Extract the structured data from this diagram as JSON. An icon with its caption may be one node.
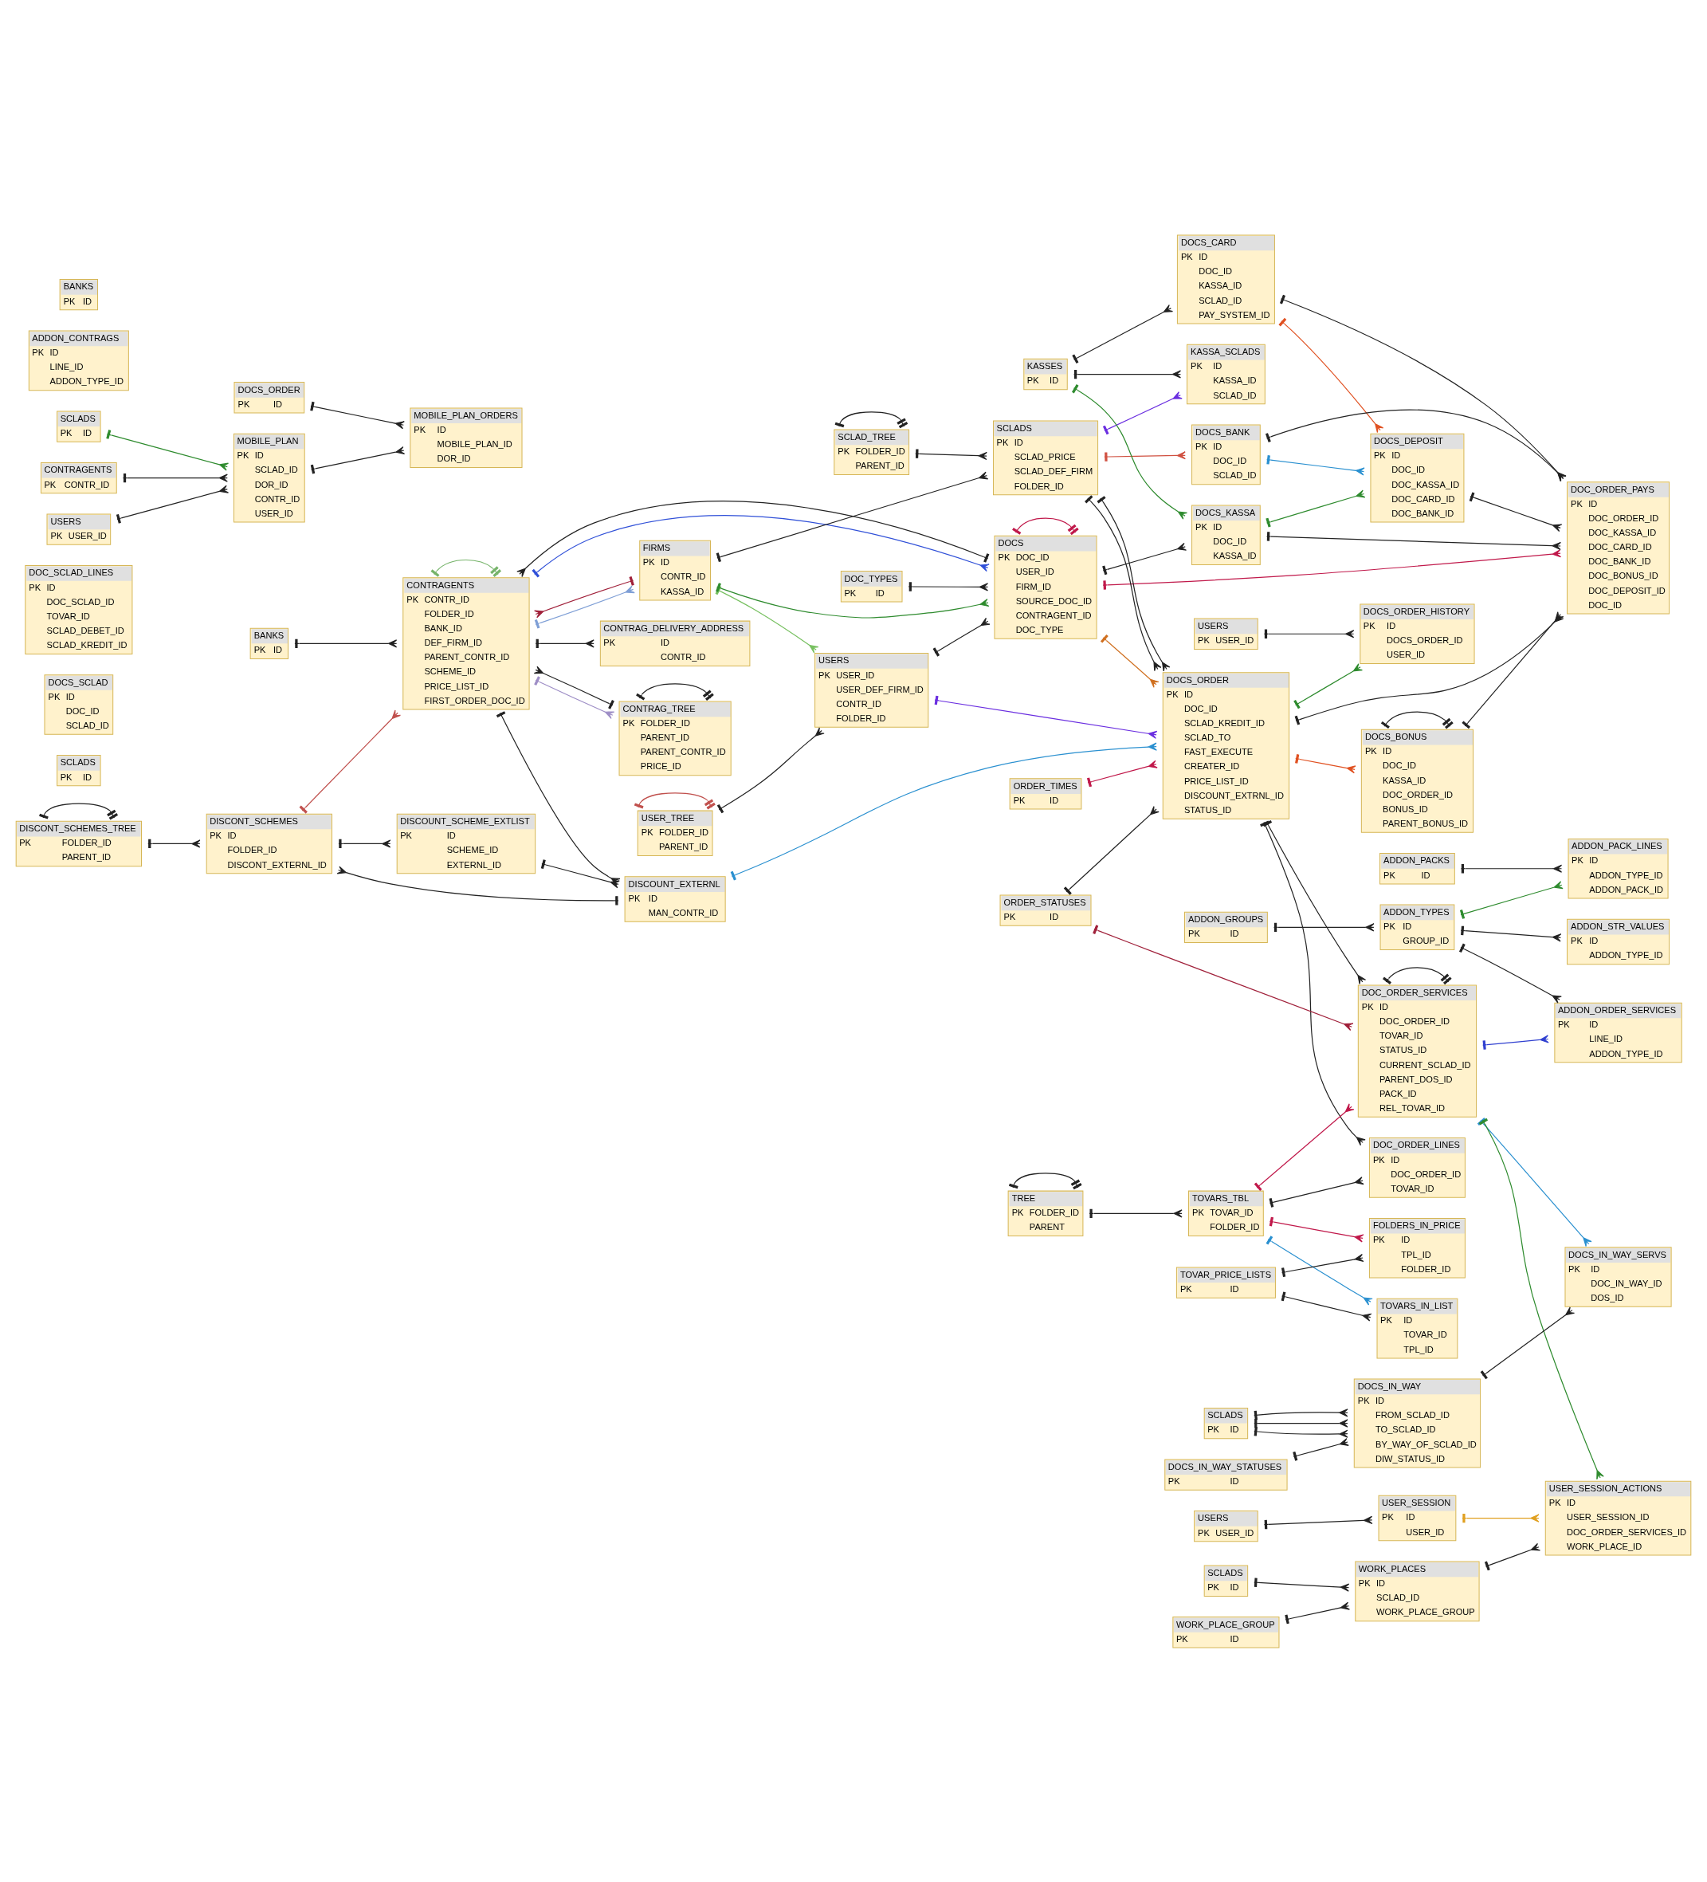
{
  "diagram": {
    "nodes": [
      {
        "text": [
          "DISCONT_SCHEMES_TREE",
          "PK",
          "FOLDER_ID",
          "PARENT_ID"
        ]
      },
      {
        "text": [
          "DISCOUNT_SCHEME_EXTLIST",
          "PK",
          "ID",
          "SCHEME_ID",
          "EXTERNL_ID"
        ]
      },
      {
        "text": [
          "DISCONT_SCHEMES",
          "PK",
          "ID",
          "FOLDER_ID",
          "DISCONT_EXTERNL_ID"
        ]
      },
      {
        "text": [
          "DISCOUNT_EXTERNL",
          "PK",
          "ID",
          "MAN_CONTR_ID"
        ]
      },
      {
        "text": [
          "CONTRAG_DELIVERY_ADDRESS",
          "PK",
          "ID",
          "CONTR_ID"
        ]
      },
      {
        "text": [
          "CONTRAGENTS",
          "PK",
          "CONTR_ID",
          "FOLDER_ID",
          "BANK_ID",
          "DEF_FIRM_ID",
          "PARENT_CONTR_ID",
          "SCHEME_ID",
          "PRICE_LIST_ID",
          "FIRST_ORDER_DOC_ID"
        ]
      },
      {
        "text": [
          "CONTRAG_TREE",
          "PK",
          "FOLDER_ID",
          "PARENT_ID",
          "PARENT_CONTR_ID",
          "PRICE_ID"
        ]
      },
      {
        "text": [
          "BANKS",
          "PK",
          "ID"
        ]
      },
      {
        "text": [
          "USER_TREE",
          "PK",
          "FOLDER_ID",
          "PARENT_ID"
        ]
      },
      {
        "text": [
          "FIRMS",
          "PK",
          "ID",
          "CONTR_ID",
          "KASSA_ID"
        ]
      },
      {
        "text": [
          "USERS",
          "PK",
          "USER_ID",
          "USER_DEF_FIRM_ID",
          "CONTR_ID",
          "FOLDER_ID"
        ]
      },
      {
        "text": [
          "SCLADS",
          "PK",
          "ID"
        ]
      },
      {
        "text": [
          "DOCS_SCLAD",
          "PK",
          "ID",
          "DOC_ID",
          "SCLAD_ID"
        ]
      },
      {
        "text": [
          "DOC_SCLAD_LINES",
          "PK",
          "ID",
          "DOC_SCLAD_ID",
          "TOVAR_ID",
          "SCLAD_DEBET_ID",
          "SCLAD_KREDIT_ID"
        ]
      },
      {
        "text": [
          "DOC_ORDER_PAYS",
          "PK",
          "ID",
          "DOC_ORDER_ID",
          "DOC_KASSA_ID",
          "DOC_CARD_ID",
          "DOC_BANK_ID",
          "DOC_BONUS_ID",
          "DOC_DEPOSIT_ID",
          "DOC_ID"
        ]
      },
      {
        "text": [
          "DOCS",
          "PK",
          "DOC_ID",
          "USER_ID",
          "FIRM_ID",
          "SOURCE_DOC_ID",
          "CONTRAGENT_ID",
          "DOC_TYPE"
        ]
      },
      {
        "text": [
          "DOC_TYPES",
          "PK",
          "ID"
        ]
      },
      {
        "text": [
          "ORDER_TIMES",
          "PK",
          "ID"
        ]
      },
      {
        "text": [
          "DOCS_ORDER",
          "PK",
          "ID",
          "DOC_ID",
          "SCLAD_KREDIT_ID",
          "SCLAD_TO",
          "FAST_EXECUTE",
          "CREATER_ID",
          "PRICE_LIST_ID",
          "DISCOUNT_EXTRNL_ID",
          "STATUS_ID"
        ]
      },
      {
        "text": [
          "DOCS_KASSA",
          "PK",
          "ID",
          "DOC_ID",
          "KASSA_ID"
        ]
      },
      {
        "text": [
          "DOCS_ORDER",
          "PK",
          "ID"
        ]
      },
      {
        "text": [
          "MOBILE_PLAN_ORDERS",
          "PK",
          "ID",
          "MOBILE_PLAN_ID",
          "DOR_ID"
        ]
      },
      {
        "text": [
          "SCLADS",
          "PK",
          "ID"
        ]
      },
      {
        "text": [
          "MOBILE_PLAN",
          "PK",
          "ID",
          "SCLAD_ID",
          "DOR_ID",
          "CONTR_ID",
          "USER_ID"
        ]
      },
      {
        "text": [
          "CONTRAGENTS",
          "PK",
          "CONTR_ID"
        ]
      },
      {
        "text": [
          "USERS",
          "PK",
          "USER_ID"
        ]
      },
      {
        "text": [
          "DOCS_CARD",
          "PK",
          "ID",
          "DOC_ID",
          "KASSA_ID",
          "SCLAD_ID",
          "PAY_SYSTEM_ID"
        ]
      },
      {
        "text": [
          "SCLADS",
          "PK",
          "ID",
          "SCLAD_PRICE",
          "SCLAD_DEF_FIRM",
          "FOLDER_ID"
        ]
      },
      {
        "text": [
          "DOCS_ORDER_HISTORY",
          "PK",
          "ID",
          "DOCS_ORDER_ID",
          "USER_ID"
        ]
      },
      {
        "text": [
          "USERS",
          "PK",
          "USER_ID"
        ]
      },
      {
        "text": [
          "ORDER_STATUSES",
          "PK",
          "ID"
        ]
      },
      {
        "text": [
          "DOCS_BANK",
          "PK",
          "ID",
          "DOC_ID",
          "SCLAD_ID"
        ]
      },
      {
        "text": [
          "SCLAD_TREE",
          "PK",
          "FOLDER_ID",
          "PARENT_ID"
        ]
      },
      {
        "text": [
          "DOCS_BONUS",
          "PK",
          "ID",
          "DOC_ID",
          "KASSA_ID",
          "DOC_ORDER_ID",
          "BONUS_ID",
          "PARENT_BONUS_ID"
        ]
      },
      {
        "text": [
          "KASSES",
          "PK",
          "ID"
        ]
      },
      {
        "text": [
          "DOC_ORDER_LINES",
          "PK",
          "ID",
          "DOC_ORDER_ID",
          "TOVAR_ID"
        ]
      },
      {
        "text": [
          "DOC_ORDER_SERVICES",
          "PK",
          "ID",
          "DOC_ORDER_ID",
          "TOVAR_ID",
          "STATUS_ID",
          "CURRENT_SCLAD_ID",
          "PARENT_DOS_ID",
          "PACK_ID",
          "REL_TOVAR_ID"
        ]
      },
      {
        "text": [
          "KASSA_SCLADS",
          "PK",
          "ID",
          "KASSA_ID",
          "SCLAD_ID"
        ]
      },
      {
        "text": [
          "ADDON_CONTRAGS",
          "PK",
          "ID",
          "LINE_ID",
          "ADDON_TYPE_ID"
        ]
      },
      {
        "text": [
          "TOVARS_TBL",
          "PK",
          "TOVAR_ID",
          "FOLDER_ID"
        ]
      },
      {
        "text": [
          "DOCS_DEPOSIT",
          "PK",
          "ID",
          "DOC_ID",
          "DOC_KASSA_ID",
          "DOC_CARD_ID",
          "DOC_BANK_ID"
        ]
      },
      {
        "text": [
          "TREE",
          "PK",
          "FOLDER_ID",
          "PARENT"
        ]
      },
      {
        "text": [
          "ADDON_ORDER_SERVICES",
          "PK",
          "ID",
          "LINE_ID",
          "ADDON_TYPE_ID"
        ]
      },
      {
        "text": [
          "ADDON_STR_VALUES",
          "PK",
          "ID",
          "ADDON_TYPE_ID"
        ]
      },
      {
        "text": [
          "ADDON_TYPES",
          "PK",
          "ID",
          "GROUP_ID"
        ]
      },
      {
        "text": [
          "ADDON_GROUPS",
          "PK",
          "ID"
        ]
      },
      {
        "text": [
          "ADDON_PACK_LINES",
          "PK",
          "ID",
          "ADDON_TYPE_ID",
          "ADDON_PACK_ID"
        ]
      },
      {
        "text": [
          "ADDON_PACKS",
          "PK",
          "ID"
        ]
      },
      {
        "text": [
          "TOVARS_IN_LIST",
          "PK",
          "ID",
          "TOVAR_ID",
          "TPL_ID"
        ]
      },
      {
        "text": [
          "DOCS_IN_WAY_SERVS",
          "PK",
          "ID",
          "DOC_IN_WAY_ID",
          "DOS_ID"
        ]
      },
      {
        "text": [
          "TOVAR_PRICE_LISTS",
          "PK",
          "ID"
        ]
      },
      {
        "text": [
          "DOCS_IN_WAY",
          "PK",
          "ID",
          "FROM_SCLAD_ID",
          "TO_SCLAD_ID",
          "BY_WAY_OF_SCLAD_ID",
          "DIW_STATUS_ID"
        ]
      },
      {
        "text": [
          "SCLADS",
          "PK",
          "ID"
        ]
      },
      {
        "text": [
          "DOCS_IN_WAY_STATUSES",
          "PK",
          "ID"
        ]
      },
      {
        "text": [
          "FOLDERS_IN_PRICE",
          "PK",
          "ID",
          "TPL_ID",
          "FOLDER_ID"
        ]
      },
      {
        "text": [
          "USERS",
          "PK",
          "USER_ID"
        ]
      },
      {
        "text": [
          "USER_SESSION",
          "PK",
          "ID",
          "USER_ID"
        ]
      },
      {
        "text": [
          "USER_SESSION_ACTIONS",
          "PK",
          "ID",
          "USER_SESSION_ID",
          "DOC_ORDER_SERVICES_ID",
          "WORK_PLACE_ID"
        ]
      },
      {
        "text": [
          "SCLADS",
          "PK",
          "ID"
        ]
      },
      {
        "text": [
          "WORK_PLACES",
          "PK",
          "ID",
          "SCLAD_ID",
          "WORK_PLACE_GROUP"
        ]
      },
      {
        "text": [
          "WORK_PLACE_GROUP",
          "PK",
          "ID"
        ]
      },
      {
        "text": [
          "BANKS",
          "PK",
          "ID"
        ]
      }
    ],
    "edges": [
      {
        "from": 0,
        "to": 0,
        "arrow": "other"
      },
      {
        "from": 0,
        "to": 2,
        "arrow": "other"
      },
      {
        "from": 2,
        "to": 1,
        "arrow": "other"
      },
      {
        "from": 3,
        "to": 2,
        "arrow": "other"
      },
      {
        "from": 1,
        "to": 3,
        "arrow": "other"
      },
      {
        "from": 5,
        "to": 3,
        "arrow": "other"
      },
      {
        "from": 5,
        "to": 4,
        "arrow": "other"
      },
      {
        "from": 7,
        "to": 5,
        "arrow": "other"
      },
      {
        "from": 6,
        "to": 5,
        "arrow": "other"
      },
      {
        "from": 6,
        "to": 6,
        "arrow": "other"
      },
      {
        "from": 2,
        "to": 5,
        "arrow": "other",
        "color": "#c0504d"
      },
      {
        "from": 5,
        "to": 6,
        "arrow": "other",
        "color": "#9e8ec6"
      },
      {
        "from": 5,
        "to": 5,
        "arrow": "other",
        "color": "#77b46b"
      },
      {
        "from": 9,
        "to": 5,
        "arrow": "other",
        "color": "#a0203a"
      },
      {
        "from": 5,
        "to": 9,
        "arrow": "other",
        "color": "#7f9fd6"
      },
      {
        "from": 8,
        "to": 8,
        "arrow": "other",
        "color": "#c0504d"
      },
      {
        "from": 8,
        "to": 10,
        "arrow": "other"
      },
      {
        "from": 9,
        "to": 10,
        "arrow": "other",
        "color": "#77c060"
      },
      {
        "from": 10,
        "to": 15,
        "arrow": "other"
      },
      {
        "from": 9,
        "to": 15,
        "arrow": "other",
        "color": "#2e8b2e"
      },
      {
        "from": 15,
        "to": 15,
        "arrow": "other",
        "color": "#c0184a"
      },
      {
        "from": 5,
        "to": 15,
        "arrow": "other",
        "color": "#3050d8"
      },
      {
        "from": 16,
        "to": 15,
        "arrow": "other"
      },
      {
        "from": 15,
        "to": 5,
        "arrow": "other"
      },
      {
        "from": 15,
        "to": 14,
        "arrow": "other",
        "color": "#c0184a"
      },
      {
        "from": 18,
        "to": 14,
        "arrow": "other"
      },
      {
        "from": 19,
        "to": 14,
        "arrow": "other"
      },
      {
        "from": 26,
        "to": 14,
        "arrow": "other"
      },
      {
        "from": 31,
        "to": 14,
        "arrow": "other"
      },
      {
        "from": 33,
        "to": 14,
        "arrow": "other"
      },
      {
        "from": 40,
        "to": 14,
        "arrow": "other"
      },
      {
        "from": 15,
        "to": 19,
        "arrow": "other"
      },
      {
        "from": 15,
        "to": 18,
        "arrow": "other",
        "color": "#d07020"
      },
      {
        "from": 17,
        "to": 18,
        "arrow": "other",
        "color": "#c0184a"
      },
      {
        "from": 27,
        "to": 18,
        "arrow": "other"
      },
      {
        "from": 27,
        "to": 18,
        "arrow": "other"
      },
      {
        "from": 10,
        "to": 18,
        "arrow": "other",
        "color": "#6a2ee0"
      },
      {
        "from": 3,
        "to": 18,
        "arrow": "other",
        "color": "#2a90d0"
      },
      {
        "from": 30,
        "to": 18,
        "arrow": "other"
      },
      {
        "from": 18,
        "to": 28,
        "arrow": "other",
        "color": "#2e8b2e"
      },
      {
        "from": 29,
        "to": 28,
        "arrow": "other"
      },
      {
        "from": 20,
        "to": 21,
        "arrow": "other"
      },
      {
        "from": 23,
        "to": 21,
        "arrow": "other"
      },
      {
        "from": 22,
        "to": 23,
        "arrow": "other",
        "color": "#2e8b2e"
      },
      {
        "from": 24,
        "to": 23,
        "arrow": "other"
      },
      {
        "from": 25,
        "to": 23,
        "arrow": "other"
      },
      {
        "from": 9,
        "to": 27,
        "arrow": "other"
      },
      {
        "from": 32,
        "to": 27,
        "arrow": "other"
      },
      {
        "from": 32,
        "to": 32,
        "arrow": "other"
      },
      {
        "from": 34,
        "to": 19,
        "arrow": "other",
        "color": "#2e8b2e"
      },
      {
        "from": 34,
        "to": 26,
        "arrow": "other"
      },
      {
        "from": 34,
        "to": 37,
        "arrow": "other"
      },
      {
        "from": 27,
        "to": 37,
        "arrow": "other",
        "color": "#6a2ee0"
      },
      {
        "from": 27,
        "to": 31,
        "arrow": "other",
        "color": "#d05040"
      },
      {
        "from": 18,
        "to": 33,
        "arrow": "other",
        "color": "#e05020"
      },
      {
        "from": 33,
        "to": 33,
        "arrow": "other"
      },
      {
        "from": 19,
        "to": 40,
        "arrow": "other",
        "color": "#2e8b2e"
      },
      {
        "from": 26,
        "to": 40,
        "arrow": "other",
        "color": "#e05020"
      },
      {
        "from": 31,
        "to": 40,
        "arrow": "other",
        "color": "#2a90d0"
      },
      {
        "from": 18,
        "to": 35,
        "arrow": "other"
      },
      {
        "from": 18,
        "to": 36,
        "arrow": "other"
      },
      {
        "from": 39,
        "to": 35,
        "arrow": "other"
      },
      {
        "from": 39,
        "to": 36,
        "arrow": "other",
        "color": "#c0184a"
      },
      {
        "from": 30,
        "to": 36,
        "arrow": "other",
        "color": "#a0203a"
      },
      {
        "from": 36,
        "to": 36,
        "arrow": "other"
      },
      {
        "from": 36,
        "to": 42,
        "arrow": "other",
        "color": "#3040d0"
      },
      {
        "from": 36,
        "to": 57,
        "arrow": "other",
        "color": "#2e8b2e"
      },
      {
        "from": 36,
        "to": 49,
        "arrow": "other",
        "color": "#2a90d0"
      },
      {
        "from": 41,
        "to": 39,
        "arrow": "other"
      },
      {
        "from": 41,
        "to": 41,
        "arrow": "other"
      },
      {
        "from": 39,
        "to": 48,
        "arrow": "other",
        "color": "#2a90d0"
      },
      {
        "from": 39,
        "to": 54,
        "arrow": "other",
        "color": "#c0184a"
      },
      {
        "from": 44,
        "to": 42,
        "arrow": "other"
      },
      {
        "from": 44,
        "to": 43,
        "arrow": "other"
      },
      {
        "from": 45,
        "to": 44,
        "arrow": "other"
      },
      {
        "from": 44,
        "to": 46,
        "arrow": "other",
        "color": "#2e8b2e"
      },
      {
        "from": 47,
        "to": 46,
        "arrow": "other"
      },
      {
        "from": 50,
        "to": 48,
        "arrow": "other"
      },
      {
        "from": 50,
        "to": 54,
        "arrow": "other"
      },
      {
        "from": 51,
        "to": 49,
        "arrow": "other"
      },
      {
        "from": 52,
        "to": 51,
        "arrow": "other"
      },
      {
        "from": 52,
        "to": 51,
        "arrow": "other"
      },
      {
        "from": 52,
        "to": 51,
        "arrow": "other"
      },
      {
        "from": 53,
        "to": 51,
        "arrow": "other"
      },
      {
        "from": 55,
        "to": 56,
        "arrow": "other"
      },
      {
        "from": 56,
        "to": 57,
        "arrow": "other",
        "color": "#e0a020"
      },
      {
        "from": 59,
        "to": 57,
        "arrow": "other"
      },
      {
        "from": 58,
        "to": 59,
        "arrow": "other"
      },
      {
        "from": 60,
        "to": 59,
        "arrow": "other"
      }
    ]
  }
}
